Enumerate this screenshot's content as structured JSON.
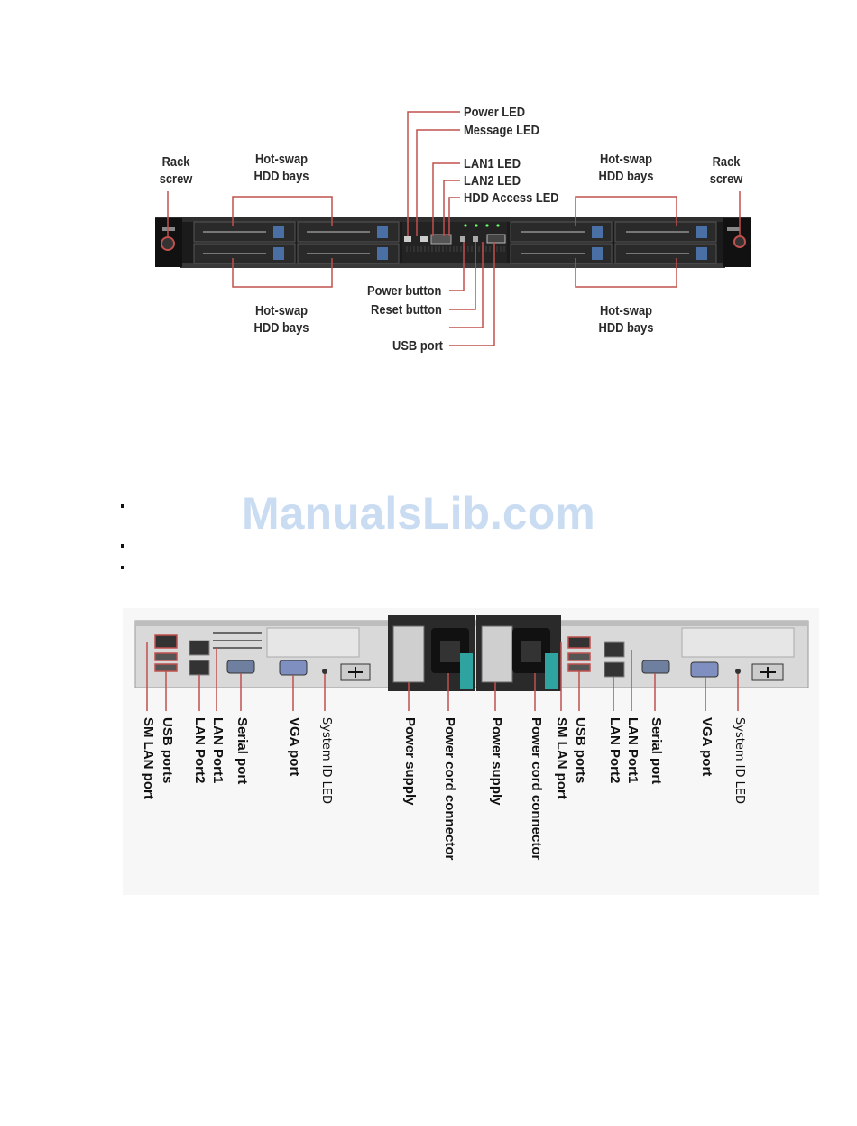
{
  "front": {
    "rack_screw_left": [
      "Rack",
      "screw"
    ],
    "rack_screw_right": [
      "Rack",
      "screw"
    ],
    "hdd_top_left": [
      "Hot-swap",
      "HDD bays"
    ],
    "hdd_top_right": [
      "Hot-swap",
      "HDD bays"
    ],
    "hdd_bottom_left": [
      "Hot-swap",
      "HDD bays"
    ],
    "hdd_bottom_right": [
      "Hot-swap",
      "HDD bays"
    ],
    "leds": [
      "Power LED",
      "Message LED",
      "LAN1 LED",
      "LAN2 LED",
      "HDD Access LED"
    ],
    "buttons": [
      "Power button",
      "Reset button",
      "USB port"
    ]
  },
  "watermark": "ManualsLib.com",
  "rear": {
    "labels": [
      "SM LAN port",
      "USB ports",
      "LAN Port2",
      "LAN Port1",
      "Serial port",
      "VGA port",
      "System ID LED",
      "Power supply",
      "Power cord connector",
      "Power supply",
      "Power cord connector",
      "SM LAN port",
      "USB ports",
      "LAN Port2",
      "LAN Port1",
      "Serial port",
      "VGA port",
      "System ID LED"
    ]
  },
  "colors": {
    "callout": "#c0504d",
    "chassis": "#1c1c1c",
    "rear_panel": "#d8d8d8",
    "psu_teal": "#2fa3a0"
  }
}
